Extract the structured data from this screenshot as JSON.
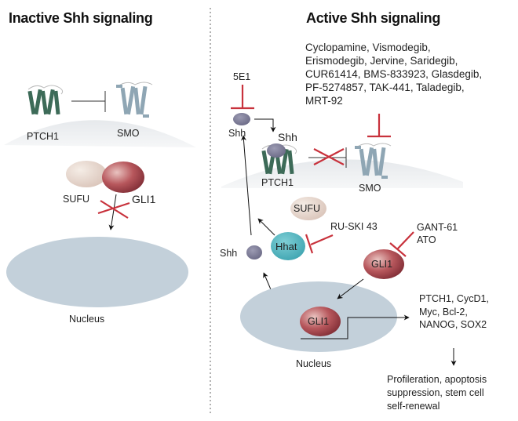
{
  "panels": {
    "inactive": {
      "title": "Inactive Shh signaling",
      "labels": {
        "ptch1": "PTCH1",
        "smo": "SMO",
        "sufu": "SUFU",
        "gli1": "GLI1",
        "nucleus": "Nucleus"
      }
    },
    "active": {
      "title": "Active Shh signaling",
      "smo_inhibitors": "Cyclopamine, Vismodegib,\nErismodegib, Jervine, Saridegib,\nCUR61414, BMS-833923, Glasdegib,\nPF-5274857, TAK-441, Taladegib,\nMRT-92",
      "labels": {
        "antibody": "5E1",
        "shh_free": "Shh",
        "shh_bound": "Shh",
        "ptch1": "PTCH1",
        "smo": "SMO",
        "sufu": "SUFU",
        "hhat": "Hhat",
        "hhat_inhibitor": "RU-SKI 43",
        "gli_inhibitors": "GANT-61\nATO",
        "gli1_cyto": "GLI1",
        "gli1_nuc": "GLI1",
        "shh_secreted": "Shh",
        "nucleus": "Nucleus",
        "target_genes": "PTCH1, CycD1,\nMyc, Bcl-2,\nNANOG, SOX2",
        "outcomes": "Profileration, apoptosis\nsuppression, stem cell\nself-renewal"
      }
    }
  },
  "colors": {
    "inhibition": "#c8323c",
    "ptch1": "#3d6b58",
    "smo": "#8fa6b4",
    "membrane": "#eceef0",
    "nucleus": "#c3d0da",
    "shh": "#7b7a95",
    "hhat": "#4fb2bd",
    "gli1": "#a8494f",
    "sufu": "#e6d6cc"
  }
}
